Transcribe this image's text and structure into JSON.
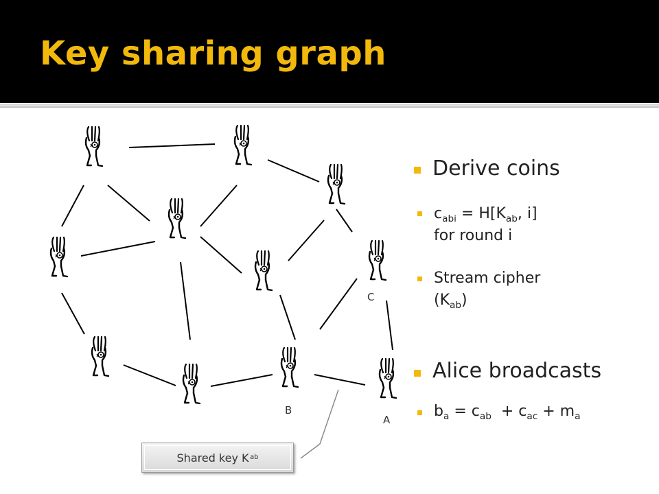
{
  "title": "Key sharing graph",
  "colors": {
    "title_bg": "#000000",
    "accent": "#f2b90c",
    "text": "#222222"
  },
  "node_labels": {
    "c": "C",
    "b": "B",
    "a": "A"
  },
  "bullets": [
    {
      "text": "Derive coins"
    },
    {
      "pre": "c",
      "sub1": "abi",
      "mid": " = H[K",
      "sub2": "ab",
      "post": ", i]",
      "line2": "for round i"
    },
    {
      "line1": "Stream cipher",
      "pre": "(K",
      "sub": "ab",
      "post": ")"
    },
    {
      "text": "Alice broadcasts"
    },
    {
      "pre": "b",
      "s1": "a",
      "m1": " = c",
      "s2": "ab",
      "m2": "  + c",
      "s3": "ac",
      "m3": " + m",
      "s4": "a"
    }
  ],
  "callout": {
    "text": "Shared key K",
    "sub": "ab"
  }
}
